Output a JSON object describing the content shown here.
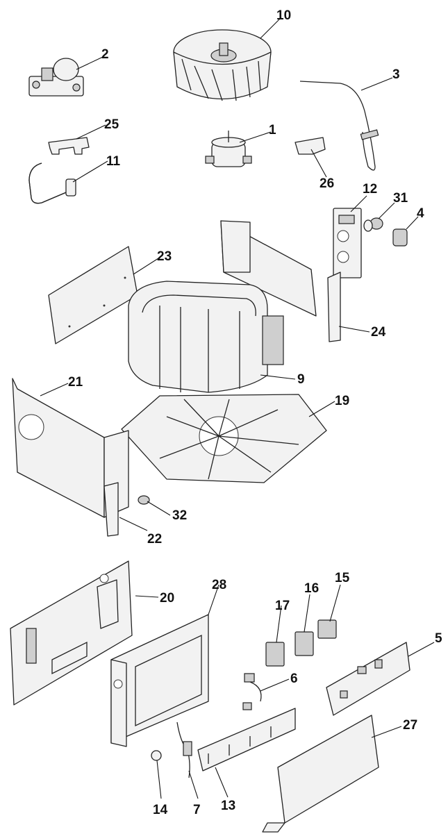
{
  "labels": [
    {
      "id": "p10",
      "text": "10"
    },
    {
      "id": "p2",
      "text": "2"
    },
    {
      "id": "p3",
      "text": "3"
    },
    {
      "id": "p25",
      "text": "25"
    },
    {
      "id": "p1",
      "text": "1"
    },
    {
      "id": "p11",
      "text": "11"
    },
    {
      "id": "p26",
      "text": "26"
    },
    {
      "id": "p12",
      "text": "12"
    },
    {
      "id": "p31",
      "text": "31"
    },
    {
      "id": "p4",
      "text": "4"
    },
    {
      "id": "p23",
      "text": "23"
    },
    {
      "id": "p24",
      "text": "24"
    },
    {
      "id": "p9",
      "text": "9"
    },
    {
      "id": "p21",
      "text": "21"
    },
    {
      "id": "p19",
      "text": "19"
    },
    {
      "id": "p32",
      "text": "32"
    },
    {
      "id": "p22",
      "text": "22"
    },
    {
      "id": "p20",
      "text": "20"
    },
    {
      "id": "p28",
      "text": "28"
    },
    {
      "id": "p15",
      "text": "15"
    },
    {
      "id": "p16",
      "text": "16"
    },
    {
      "id": "p17",
      "text": "17"
    },
    {
      "id": "p5",
      "text": "5"
    },
    {
      "id": "p6",
      "text": "6"
    },
    {
      "id": "p27",
      "text": "27"
    },
    {
      "id": "p14",
      "text": "14"
    },
    {
      "id": "p7",
      "text": "7"
    },
    {
      "id": "p13",
      "text": "13"
    }
  ]
}
